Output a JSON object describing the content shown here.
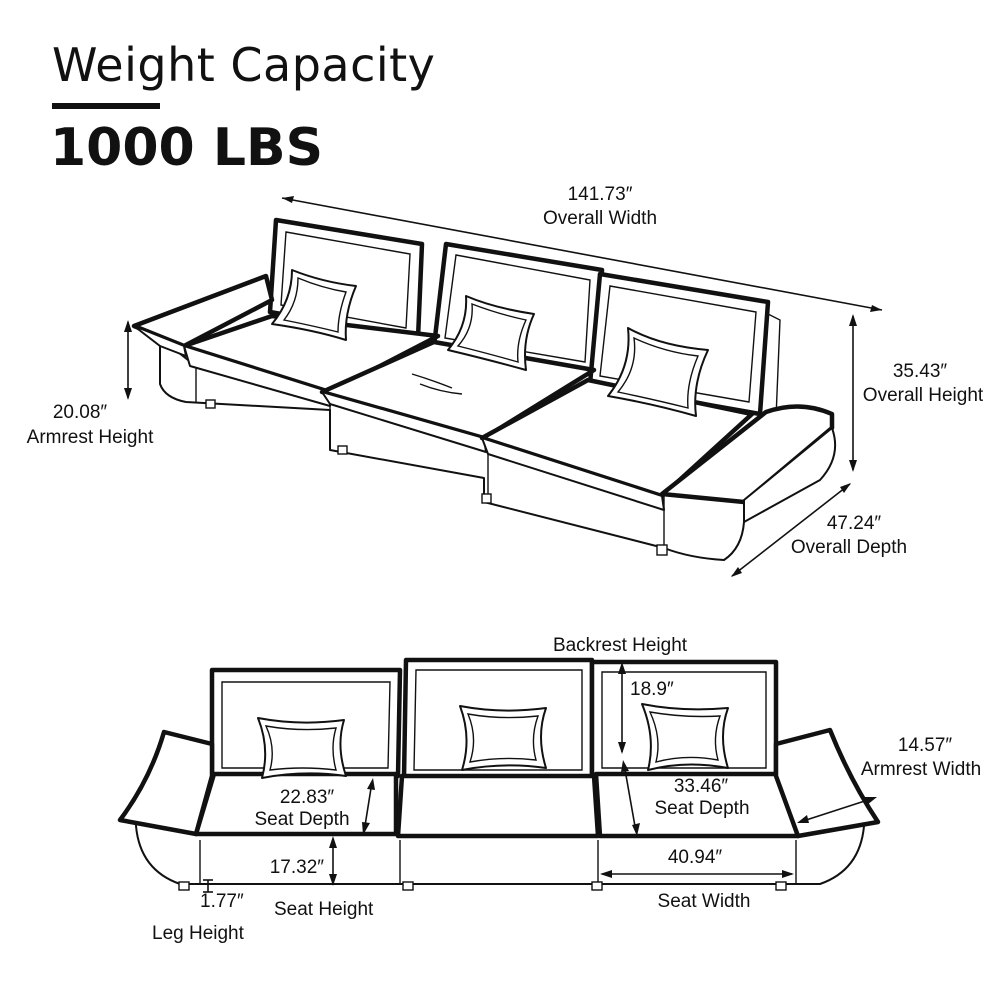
{
  "header": {
    "title": "Weight Capacity",
    "capacity": "1000 LBS"
  },
  "top_view": {
    "overall_width_value": "141.73″",
    "overall_width_label": "Overall Width",
    "overall_height_value": "35.43″",
    "overall_height_label": "Overall  Height",
    "armrest_height_value": "20.08″",
    "armrest_height_label": "Armrest Height",
    "overall_depth_value": "47.24″",
    "overall_depth_label": "Overall Depth"
  },
  "bottom_view": {
    "backrest_height_label": "Backrest Height",
    "backrest_height_value": "18.9″",
    "armrest_width_value": "14.57″",
    "armrest_width_label": "Armrest Width",
    "seat_depth_left_value": "22.83″",
    "seat_depth_left_label": "Seat Depth",
    "seat_depth_right_value": "33.46″",
    "seat_depth_right_label": "Seat Depth",
    "seat_height_value": "17.32″",
    "seat_height_label": "Seat Height",
    "seat_width_value": "40.94″",
    "seat_width_label": "Seat Width",
    "leg_height_value": "1.77″",
    "leg_height_label": "Leg Height"
  }
}
